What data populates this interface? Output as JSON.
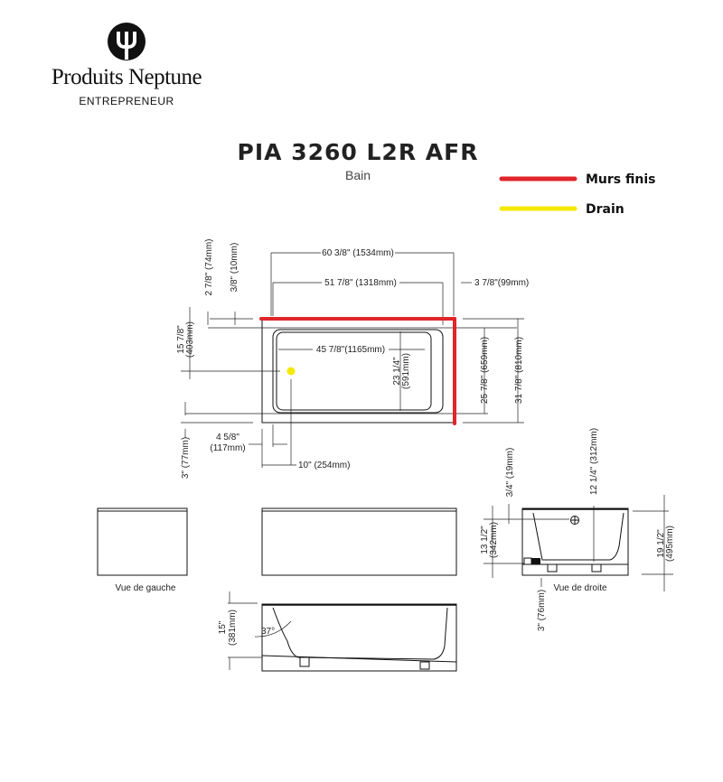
{
  "brand": {
    "name": "Produits Neptune",
    "tagline": "ENTREPRENEUR",
    "logo_icon": "trident-icon"
  },
  "title": "PIA 3260 L2R AFR",
  "subtitle": "Bain",
  "legend": [
    {
      "label": "Murs finis",
      "color": "#e0252b"
    },
    {
      "label": "Drain",
      "color": "#f5e900"
    }
  ],
  "top_view": {
    "overall_length": "60 3/8\" (1534mm)",
    "inner_length": "51 7/8\" (1318mm)",
    "right_offset": "3 7/8\"(99mm)",
    "bottom_length": "45 7/8\"(1165mm)",
    "bottom_width_in": "23 1/4\"",
    "bottom_width_mm": "(591mm)",
    "inner_width": "25 7/8\" (659mm)",
    "overall_width": "31 7/8\" (810mm)",
    "drain_from_top_in": "15 7/8\"",
    "drain_from_top_mm": "(403mm)",
    "top_rim": "2 7/8\" (74mm)",
    "step": "3/8\" (10mm)",
    "left_rim_in": "4 5/8\"",
    "left_rim_mm": "(117mm)",
    "drain_from_left": "10\" (254mm)",
    "bottom_rim": "3\" (77mm)"
  },
  "left_view": {
    "label": "Vue de gauche"
  },
  "right_view": {
    "label": "Vue de droite",
    "rim": "3/4\" (19mm)",
    "overflow_height": "12 1/4\" (312mm)",
    "depth_in": "13 1/2\"",
    "depth_mm": "(342mm)",
    "height_in": "19 1/2\"",
    "height_mm": "(495mm)",
    "feet": "3\" (76mm)"
  },
  "section_view": {
    "height_in": "15\"",
    "height_mm": "(381mm)",
    "angle": "37°"
  }
}
